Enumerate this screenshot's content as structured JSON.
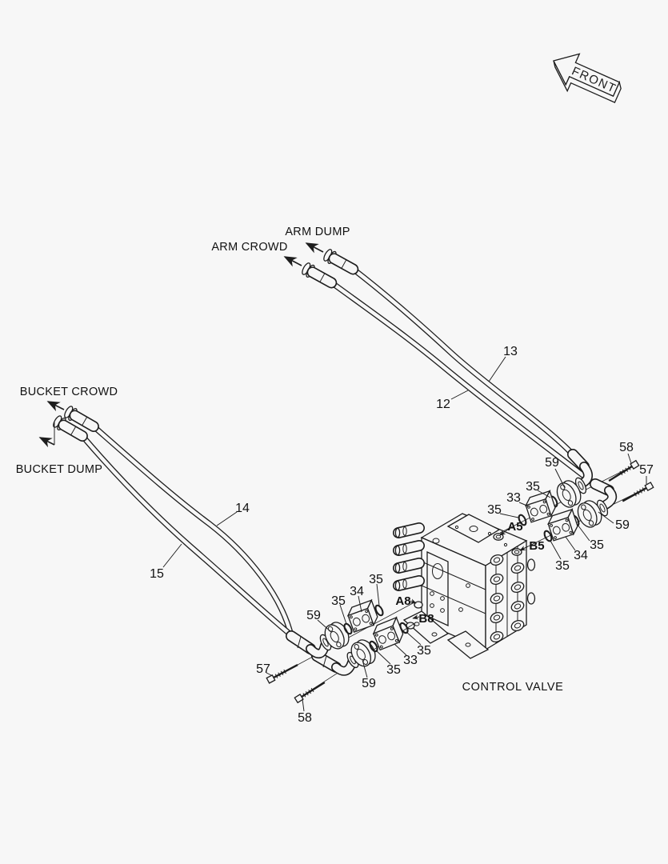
{
  "colors": {
    "background": "#f7f7f7",
    "ink": "#1d1d1d"
  },
  "front_marker": {
    "label": "FRONT"
  },
  "hose_labels": {
    "arm_dump": "ARM DUMP",
    "arm_crowd": "ARM CROWD",
    "bucket_crowd": "BUCKET CROWD",
    "bucket_dump": "BUCKET DUMP"
  },
  "component_labels": {
    "control_valve": "CONTROL VALVE"
  },
  "port_labels": {
    "a5": "A5",
    "b5": "B5",
    "a8": "A8",
    "b8": "B8"
  },
  "part_numbers": {
    "hose_arm_crowd": "12",
    "hose_arm_dump": "13",
    "hose_bucket_crowd": "14",
    "hose_bucket_dump": "15",
    "flange_block_33": "33",
    "flange_block_34": "34",
    "o_ring_35": "35",
    "bolt_57": "57",
    "bolt_58": "58",
    "flange_clamp_59": "59"
  }
}
